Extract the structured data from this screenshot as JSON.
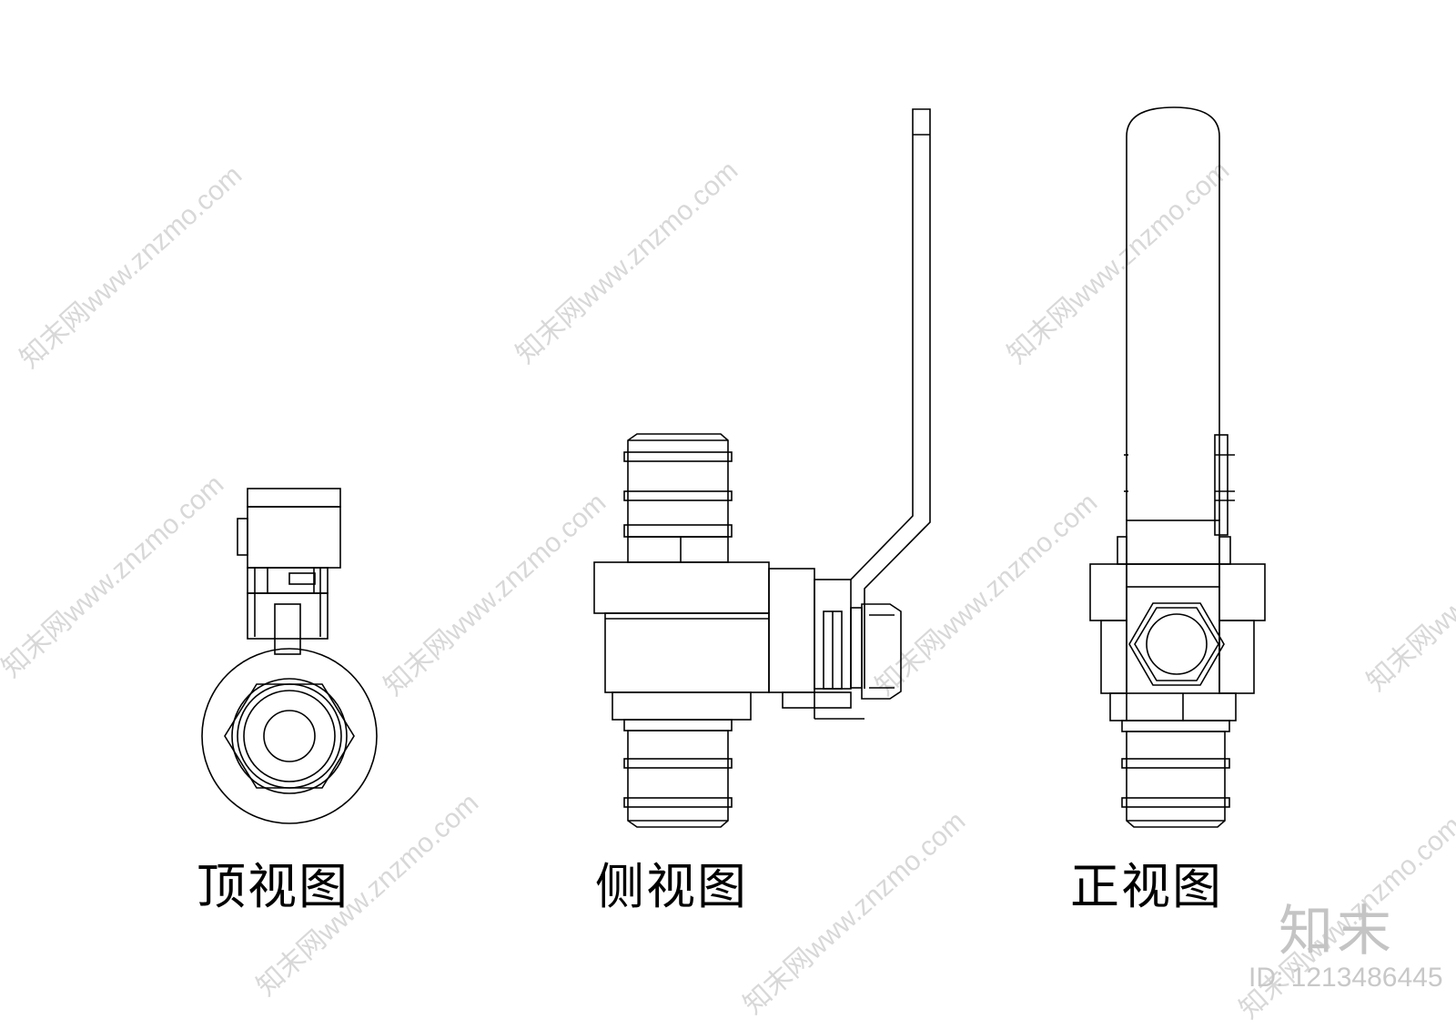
{
  "views": {
    "top": "顶视图",
    "side": "侧视图",
    "front": "正视图"
  },
  "watermark": {
    "text": "知末网www.znzmo.com"
  },
  "brand": {
    "logo": "知末",
    "id_label": "ID: 1213486445"
  },
  "colors": {
    "line": "#000000",
    "watermark": "#d8d8d8",
    "background": "#ffffff"
  }
}
